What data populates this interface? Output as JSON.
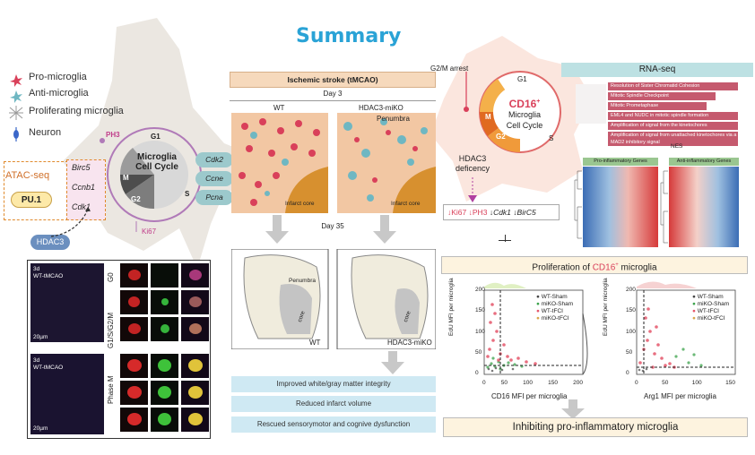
{
  "title": "Summary",
  "legend": {
    "pro_microglia": "Pro-microglia",
    "anti_microglia": "Anti-microglia",
    "proliferating_microglia": "Proliferating microglia",
    "neuron": "Neuron",
    "colors": {
      "pro": "#d9405a",
      "anti": "#6fb7c2",
      "neuron": "#3b67c9"
    }
  },
  "left_cycle": {
    "title_line1": "Microglia",
    "title_line2": "Cell Cycle",
    "g1": "G1",
    "g2": "G2",
    "m": "M",
    "s": "S",
    "ph3": "PH3",
    "ki67": "Ki67",
    "genes_right": [
      "Cdk2",
      "Ccne",
      "Pcna"
    ],
    "genes_left": [
      "Birc5",
      "Ccnb1",
      "Cdk1"
    ]
  },
  "atac": {
    "label": "ATAC-seq",
    "pu1": "PU.1",
    "hdac3": "HDAC3"
  },
  "micrographs": {
    "top_label": "WT-tMCAO",
    "bottom_label": "WT-tMCAO",
    "stain1": "3d",
    "stain2": "3d",
    "scale": "20µm",
    "row_g0": "G0",
    "row_g1": "G1/S/G2/M",
    "row_m": "Phase M"
  },
  "middle": {
    "header": "Ischemic stroke (tMCAO)",
    "day3": "Day 3",
    "day35": "Day 35",
    "wt": "WT",
    "ko": "HDAC3-miKO",
    "penumbra": "Penumbra",
    "infarct_core": "Infarct core",
    "penumbra2": "Penumbra",
    "core": "core",
    "wt2": "WT",
    "ko2": "HDAC3-miKO",
    "outcomes": [
      "Improved white/gray matter integrity",
      "Reduced infarct volume",
      "Rescued sensorymotor and cognive dysfunction"
    ]
  },
  "right_cycle": {
    "arrest": "G2/M arrest",
    "cd16": "CD16",
    "cd16_sup": "+",
    "line2": "Microglia",
    "line3": "Cell Cycle",
    "g1": "G1",
    "g2": "G2",
    "m": "M",
    "s": "S",
    "hdac3_def_1": "HDAC3",
    "hdac3_def_2": "deficency",
    "markers": [
      "Ki67",
      "PH3",
      "Cdk1",
      "BirC5"
    ]
  },
  "rnaseq": {
    "title": "RNA-seq",
    "pathways": [
      "Resolution of Sister Chromatid Cohesion",
      "Mitotic Spindle Checkpoint",
      "Mitotic Prometaphase",
      "EML4 and NUDC in mitotic spindle formation",
      "Amplification of signal from the kinetochores",
      "Amplification of signal from unattached kinetochores via a MAD2 inhibitory signal"
    ],
    "nes": "NES",
    "pro_genes": "Pro-inflammatory Genes",
    "anti_genes": "Anti-inflammatory Genes"
  },
  "bottom_right": {
    "proliferation_prefix": "Proliferation of ",
    "proliferation_cd16": "CD16",
    "proliferation_sup": "+",
    "proliferation_suffix": " microglia",
    "plot1_ylabel": "EdU MFI per microglia",
    "plot1_xlabel": "CD16 MFI per microglia",
    "plot2_ylabel": "EdU MFI per microglia",
    "plot2_xlabel": "Arg1 MFI per microglia",
    "plot1_legend": [
      "WT-Sham",
      "miKO-Sham",
      "WT-tFCI",
      "miKO-tFCI"
    ],
    "plot2_legend": [
      "WT-Sham",
      "miKO-Sham",
      "WT-tFCI",
      "miKO-tFCI"
    ],
    "plot1_xticks": [
      "0",
      "50",
      "100",
      "150",
      "200"
    ],
    "plot1_yticks": [
      "0",
      "50",
      "100",
      "150",
      "200"
    ],
    "plot2_xticks": [
      "0",
      "50",
      "100",
      "150"
    ],
    "plot2_yticks": [
      "0",
      "50",
      "100",
      "150",
      "200"
    ],
    "conclusion": "Inhibiting pro-inflammatory microglia"
  }
}
